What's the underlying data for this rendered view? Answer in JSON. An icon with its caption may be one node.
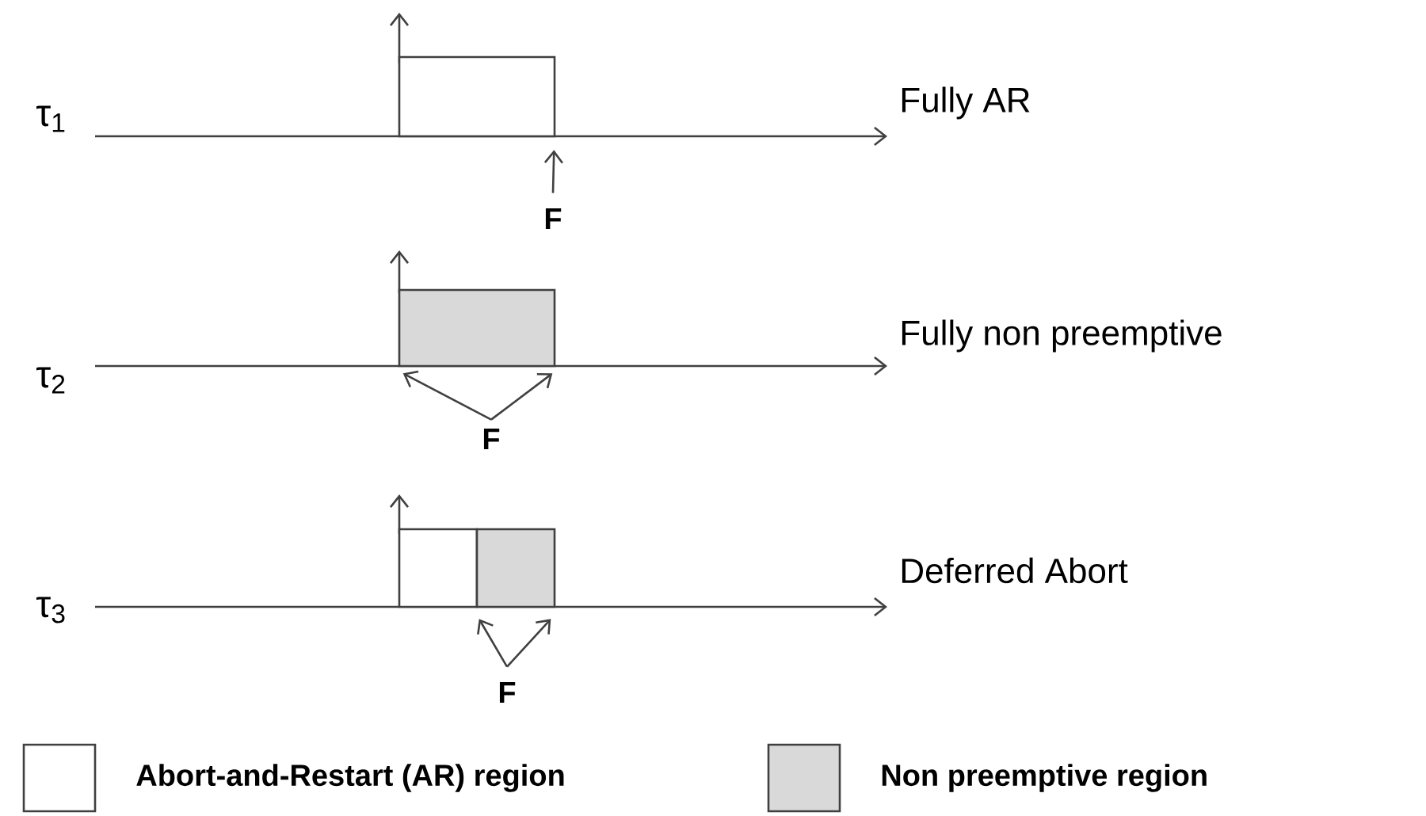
{
  "diagram": {
    "nodes": [
      {
        "text": [],
        "shape": "box"
      },
      {
        "text": [
          "F"
        ]
      },
      {
        "text": [],
        "shape": "box"
      },
      {
        "text": [
          "F"
        ]
      },
      {
        "text": [],
        "shape": "box"
      },
      {
        "text": [],
        "shape": "box"
      },
      {
        "text": [
          "F"
        ]
      }
    ],
    "edges": [
      {
        "from": 1,
        "to": 0,
        "arrow": "to"
      },
      {
        "from": 3,
        "to": 2,
        "arrow": "to"
      },
      {
        "from": 3,
        "to": 2,
        "arrow": "to"
      },
      {
        "from": 6,
        "to": 5,
        "arrow": "to"
      },
      {
        "from": 6,
        "to": 5,
        "arrow": "to"
      }
    ],
    "labels": [
      "τ$_{1}$",
      "Fully AR",
      "τ$_{2}$",
      "Fully non preemptive",
      "τ$_{3}$",
      "Deferred Abort"
    ],
    "legend": [
      {
        "text": "Abort-and-Restart (AR) region"
      },
      {
        "text": "Non preemptive region",
        "color": "#d9d9d9"
      }
    ]
  }
}
